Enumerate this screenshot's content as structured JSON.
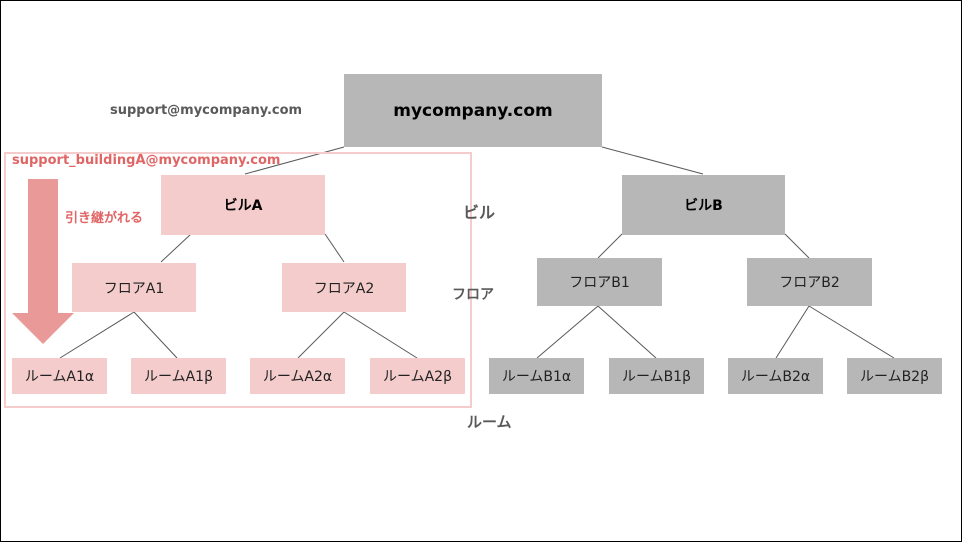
{
  "labels": {
    "support_email": "support@mycompany.com",
    "support_building_email": "support_buildingA@mycompany.com",
    "inherited": "引き継がれる",
    "level_building": "ビル",
    "level_floor": "フロア",
    "level_room": "ルーム"
  },
  "tree": {
    "root": "mycompany.com",
    "building_a": "ビルA",
    "building_b": "ビルB",
    "floor_a1": "フロアA1",
    "floor_a2": "フロアA2",
    "floor_b1": "フロアB1",
    "floor_b2": "フロアB2",
    "room_a1a": "ルームA1α",
    "room_a1b": "ルームA1β",
    "room_a2a": "ルームA2α",
    "room_a2b": "ルームA2β",
    "room_b1a": "ルームB1α",
    "room_b1b": "ルームB1β",
    "room_b2a": "ルームB2α",
    "room_b2b": "ルームB2β"
  },
  "colors": {
    "gray_node": "#b7b7b7",
    "pink_node": "#f4cccc",
    "accent_red": "#e06666",
    "arrow": "#ea9999",
    "label_gray": "#595959"
  }
}
